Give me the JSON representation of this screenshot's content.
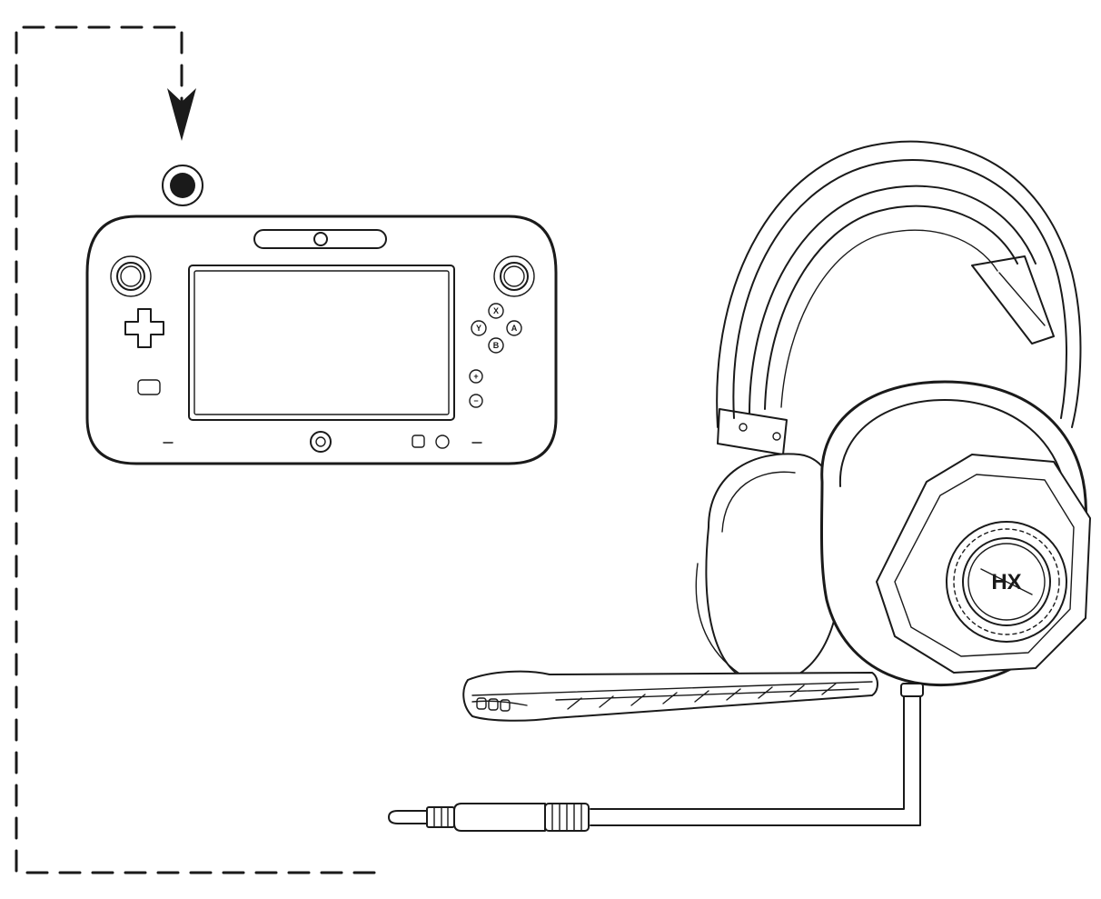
{
  "controller": {
    "face_buttons": [
      "X",
      "Y",
      "A",
      "B"
    ],
    "plus_symbol": "+",
    "minus_symbol": "−"
  },
  "headset": {
    "brand_logo": "HX"
  },
  "colors": {
    "line": "#1a1a1a",
    "background": "#ffffff"
  }
}
